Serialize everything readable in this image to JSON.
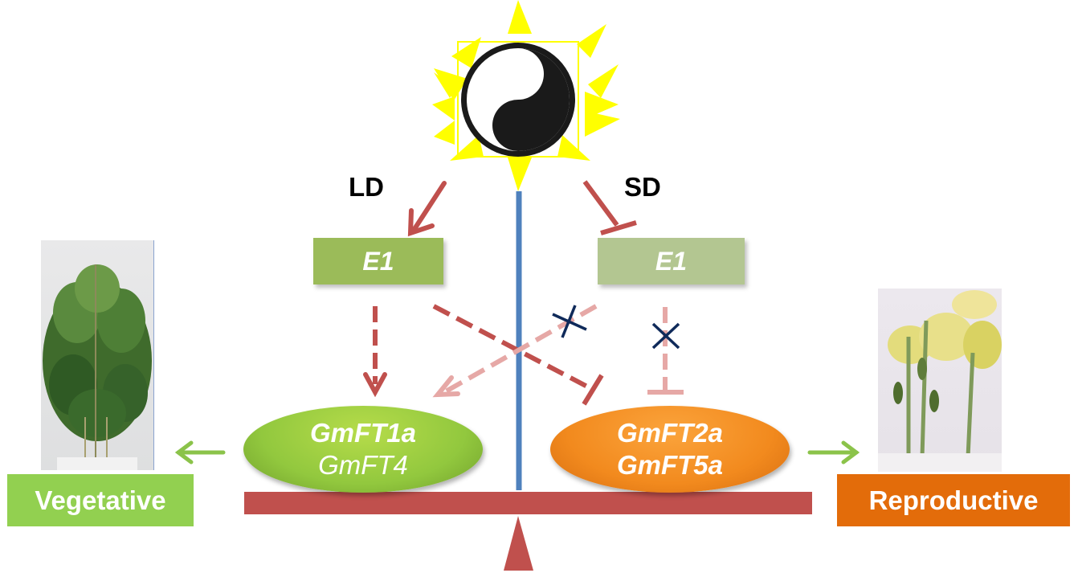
{
  "photoperiod": {
    "long_day_label": "LD",
    "short_day_label": "SD",
    "sun_symbol": "yin-yang"
  },
  "e1_nodes": [
    {
      "label": "E1",
      "condition": "LD",
      "state": "active",
      "color": "#9bbb59"
    },
    {
      "label": "E1",
      "condition": "SD",
      "state": "repressed",
      "color": "#b3c691"
    }
  ],
  "ft_groups": {
    "repressors": {
      "lines": [
        "GmFT1a",
        "GmFT4"
      ],
      "color": "#92c83e"
    },
    "promoters": {
      "lines": [
        "GmFT2a",
        "GmFT5a"
      ],
      "color": "#f28a1e"
    }
  },
  "outcomes": {
    "vegetative": {
      "label": "Vegetative",
      "color": "#92d050"
    },
    "reproductive": {
      "label": "Reproductive",
      "color": "#e36c0a"
    }
  },
  "colors": {
    "arrow_red": "#c0504d",
    "arrow_faded": "#e6a8a6",
    "divider_blue": "#4f81bd",
    "sun_yellow": "#ffff00",
    "block_mark": "#0f2a5a",
    "green_arrow": "#8bc34a"
  }
}
